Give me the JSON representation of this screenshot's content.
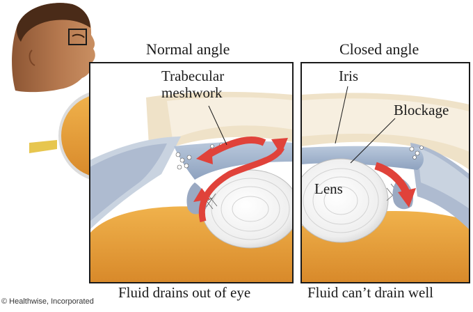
{
  "headings": {
    "normal": "Normal angle",
    "closed": "Closed angle"
  },
  "labels": {
    "trabecular_line1": "Trabecular",
    "trabecular_line2": "meshwork",
    "iris": "Iris",
    "blockage": "Blockage",
    "lens": "Lens"
  },
  "captions": {
    "normal": "Fluid drains out of eye",
    "closed": "Fluid can’t drain well"
  },
  "credit": "© Healthwise, Incorporated",
  "colors": {
    "skin": "#b5764e",
    "eyeball_orange": "#e9a23a",
    "iris_blue": "#9fb3cf",
    "lens_white": "#f1f1f1",
    "cornea_tan": "#efe2c8",
    "arrow_red": "#e0423a"
  }
}
